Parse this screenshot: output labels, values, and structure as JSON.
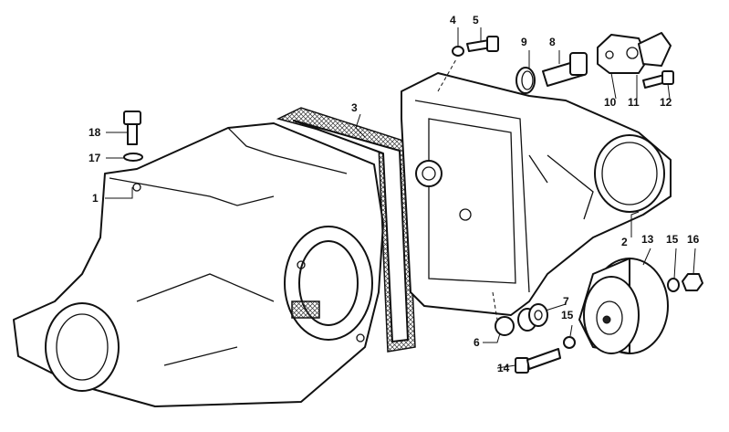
{
  "diagram": {
    "type": "exploded-parts-view",
    "callouts": [
      {
        "id": "c1",
        "label": "1"
      },
      {
        "id": "c2",
        "label": "2"
      },
      {
        "id": "c3",
        "label": "3"
      },
      {
        "id": "c4",
        "label": "4"
      },
      {
        "id": "c5",
        "label": "5"
      },
      {
        "id": "c6",
        "label": "6"
      },
      {
        "id": "c7",
        "label": "7"
      },
      {
        "id": "c8",
        "label": "8"
      },
      {
        "id": "c9",
        "label": "9"
      },
      {
        "id": "c10",
        "label": "10"
      },
      {
        "id": "c11",
        "label": "11"
      },
      {
        "id": "c12",
        "label": "12"
      },
      {
        "id": "c13",
        "label": "13"
      },
      {
        "id": "c14",
        "label": "14"
      },
      {
        "id": "c15a",
        "label": "15"
      },
      {
        "id": "c15b",
        "label": "15"
      },
      {
        "id": "c16",
        "label": "16"
      },
      {
        "id": "c17",
        "label": "17"
      },
      {
        "id": "c18",
        "label": "18"
      }
    ]
  }
}
